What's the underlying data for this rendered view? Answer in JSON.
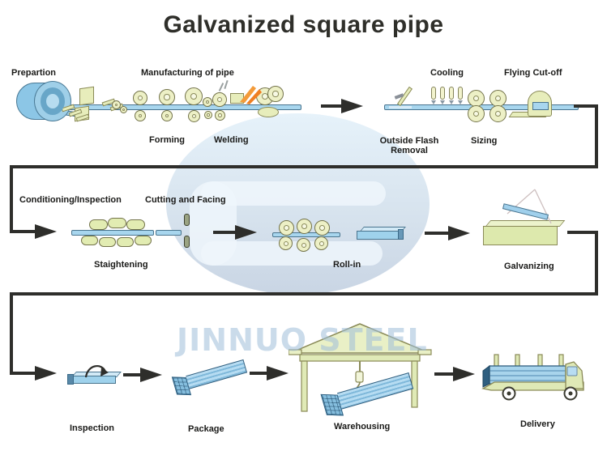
{
  "title": "Galvanized square pipe",
  "watermark_text": "JINNUO STEEL",
  "row1": {
    "preparation_label": "Prepartion",
    "manufacturing_label": "Manufacturing of pipe",
    "forming_label": "Forming",
    "welding_label": "Welding",
    "outside_flash_label_line1": "Outside Flash",
    "outside_flash_label_line2": "Removal",
    "cooling_label": "Cooling",
    "sizing_label": "Sizing",
    "flying_cutoff_label": "Flying  Cut-off"
  },
  "row2": {
    "conditioning_label": "Conditioning/Inspection",
    "cutting_label": "Cutting and Facing",
    "straightening_label": "Staightening",
    "rollin_label": "Roll-in",
    "galvanizing_label": "Galvanizing"
  },
  "row3": {
    "inspection_label": "Inspection",
    "package_label": "Package",
    "warehousing_label": "Warehousing",
    "delivery_label": "Delivery"
  },
  "colors": {
    "pipe_blue": "#a8d6ee",
    "machine_green": "#e7edbb",
    "arrow_dark": "#2e2e2b",
    "watermark_blue": "#9fbeda",
    "flame_orange": "#ef7f22"
  }
}
